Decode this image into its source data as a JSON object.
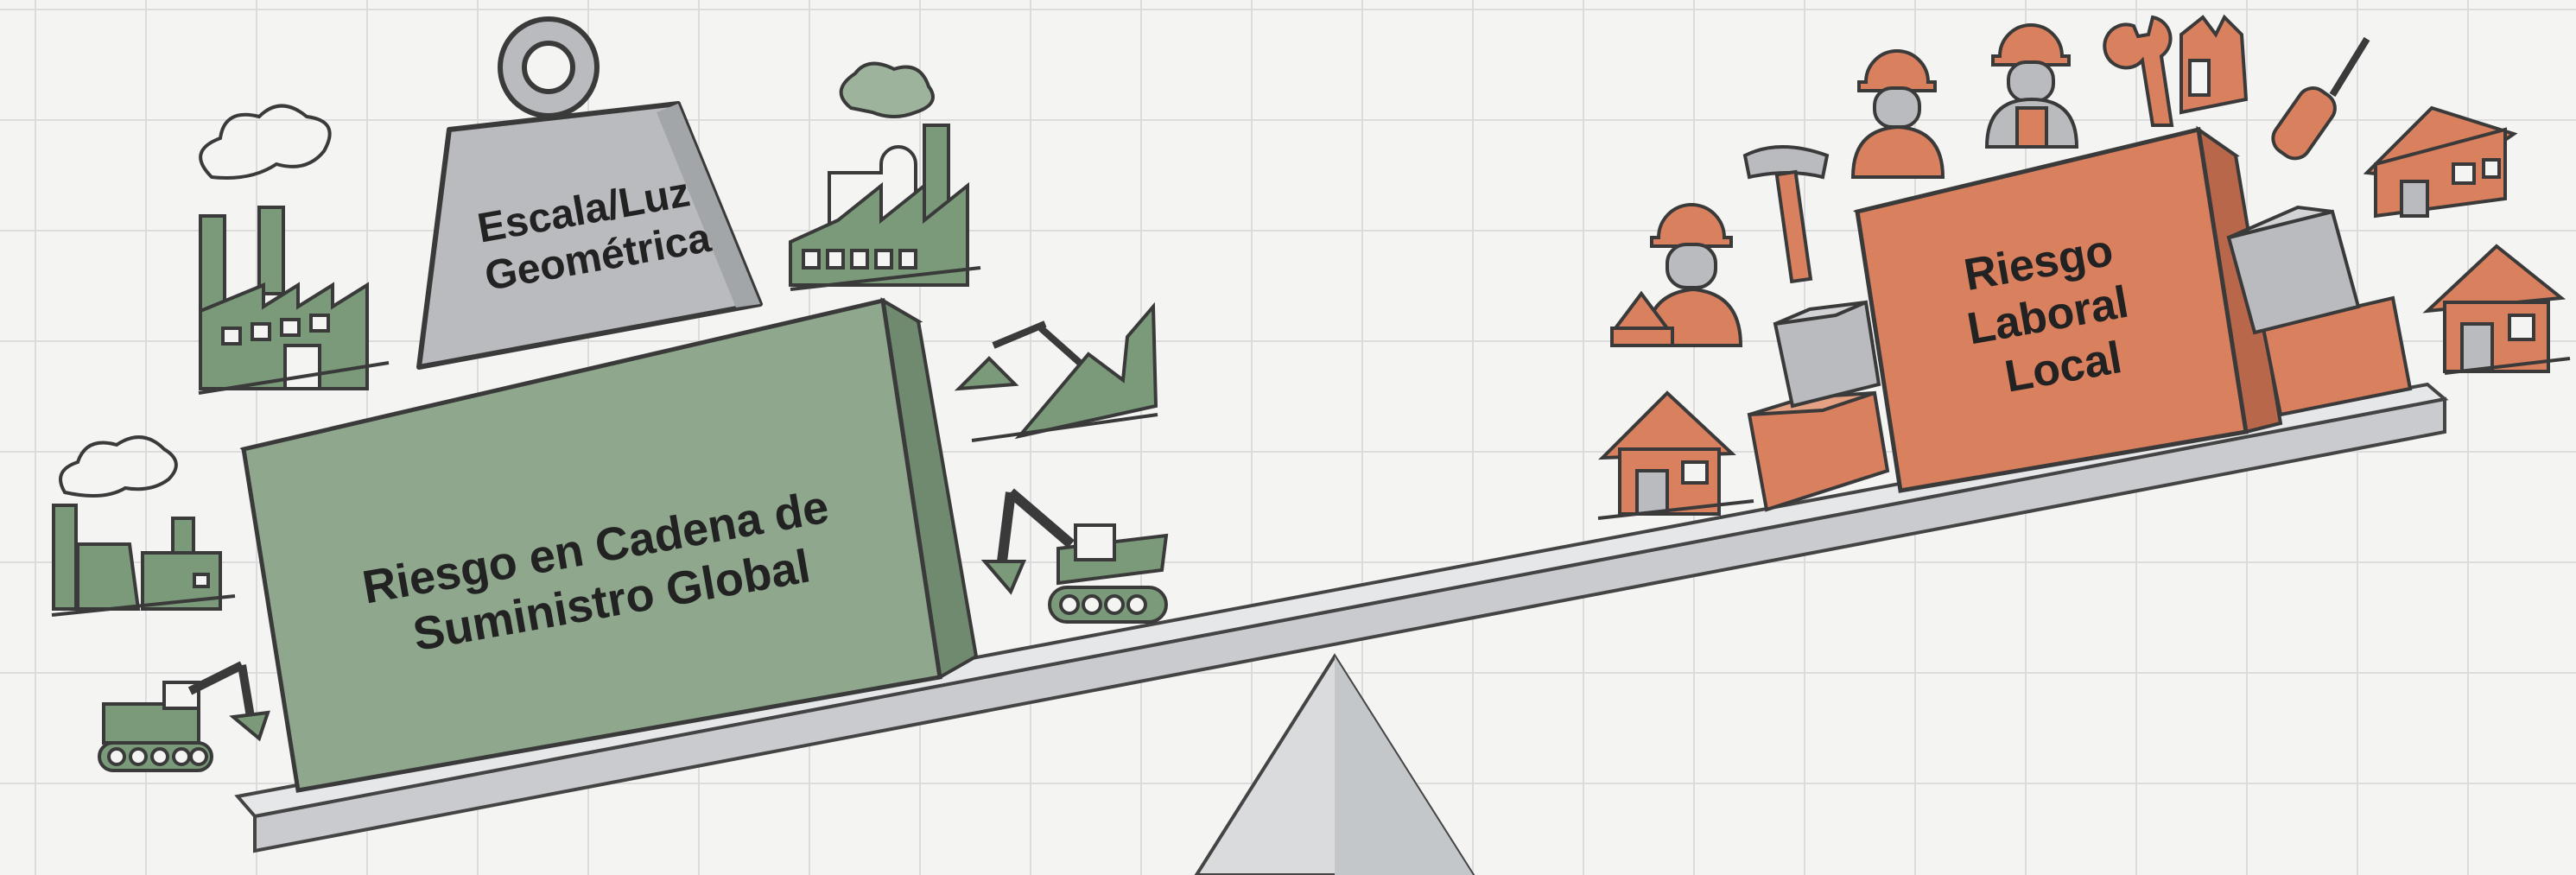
{
  "left_side": {
    "block_label_line1": "Riesgo en Cadena de",
    "block_label_line2": "Suministro Global",
    "weight_label_line1": "Escala/Luz",
    "weight_label_line2": "Geométrica",
    "icons": [
      "factory-icon",
      "industrial-plant-icon",
      "mine-excavator-icon",
      "excavator-icon",
      "small-factory-icon",
      "small-excavator-icon"
    ]
  },
  "right_side": {
    "block_label_line1": "Riesgo",
    "block_label_line2": "Laboral",
    "block_label_line3": "Local",
    "icons": [
      "worker-icon",
      "hammer-icon",
      "wrench-icon",
      "screwdriver-icon",
      "house-icon",
      "crate-icon"
    ]
  },
  "colors": {
    "global_block": "#8ea78d",
    "local_block": "#d9805f",
    "weight": "#b9bbbe",
    "beam": "#dfe1e3",
    "icon_green": "#7a9a7a",
    "icon_orange": "#d9805f",
    "outline": "#3a3a3a"
  }
}
